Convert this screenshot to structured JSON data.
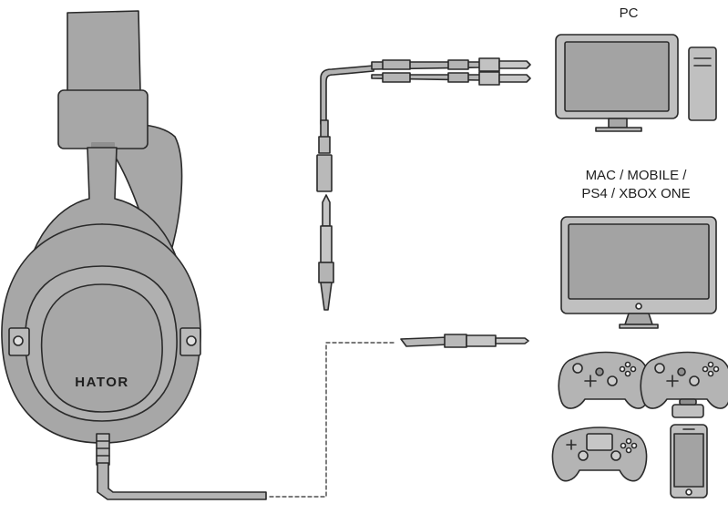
{
  "headset": {
    "brand": "HATOR"
  },
  "labels": {
    "pc": "PC",
    "mac_line1": "MAC / MOBILE /",
    "mac_line2": "PS4 / XBOX ONE"
  },
  "colors": {
    "fill": "#a7a7a7",
    "fill_light": "#b4b4b4",
    "outline": "#2a2a2a",
    "screen": "#a3a3a3",
    "text": "#1e1e1e"
  }
}
